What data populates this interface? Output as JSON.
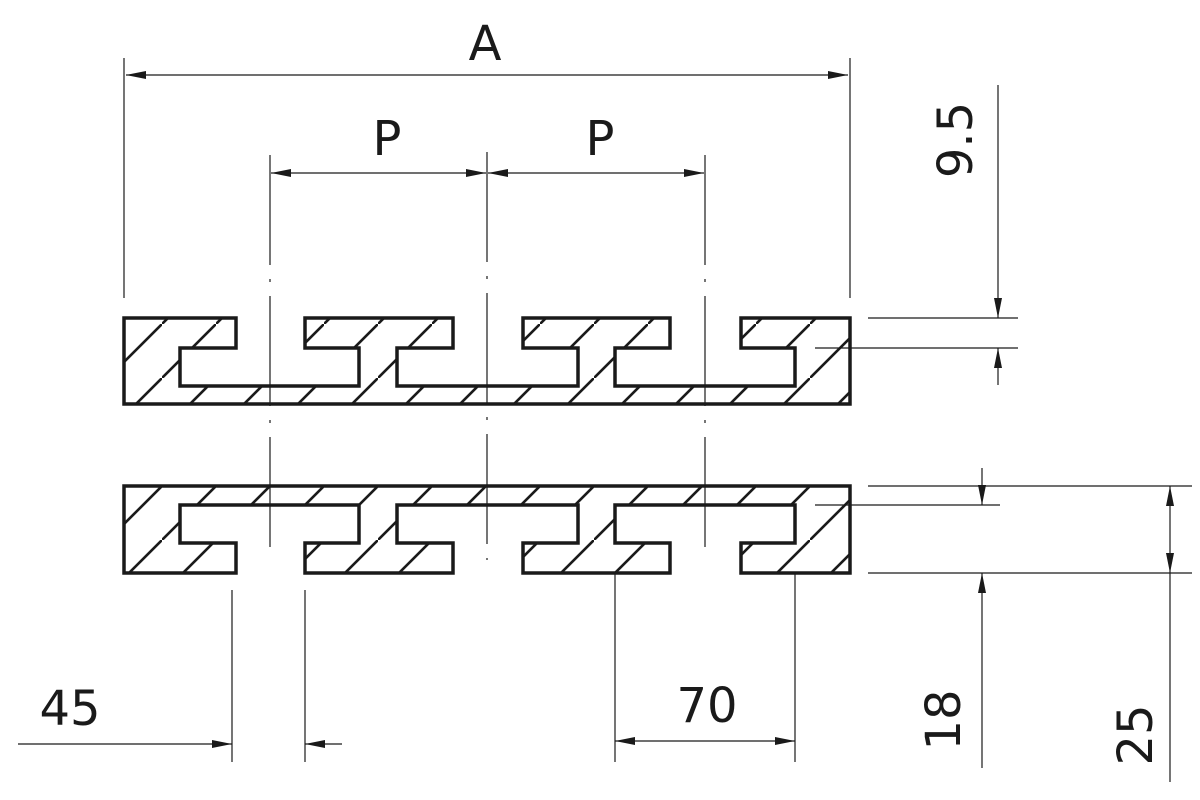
{
  "drawing": {
    "ink_color": "#1a1a1a",
    "background": "#ffffff",
    "dimension_labels": {
      "overall_width": "A",
      "pitch_left": "P",
      "pitch_right": "P",
      "slot_thickness": "9.5",
      "slot_opening": "45",
      "slot_width": "70",
      "lower_height": "18",
      "total_height": "25"
    }
  }
}
